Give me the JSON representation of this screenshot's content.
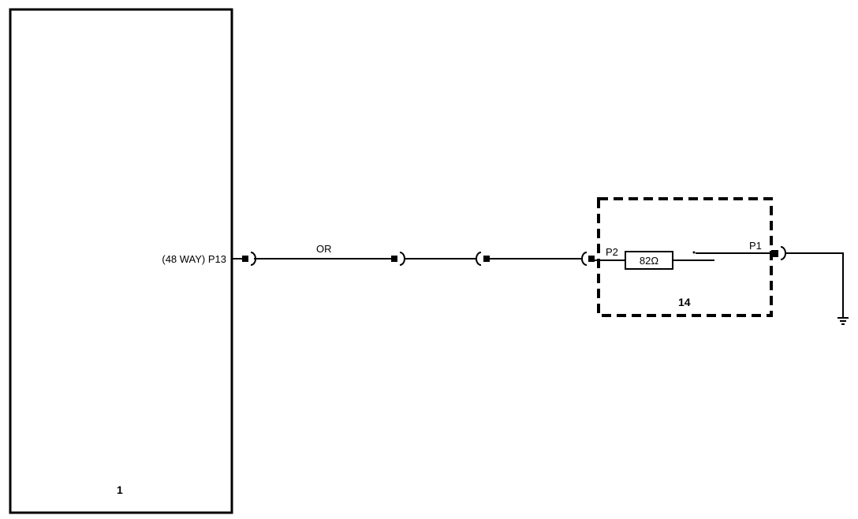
{
  "components": {
    "module": {
      "number": "1",
      "pin_label": "(48 WAY) P13"
    },
    "resistor_unit": {
      "number": "14",
      "pin_in": "P2",
      "pin_out": "P1",
      "resistor_value": "82Ω"
    }
  },
  "wire": {
    "color_code": "OR"
  },
  "colors": {
    "line": "#000000",
    "background": "#ffffff"
  }
}
